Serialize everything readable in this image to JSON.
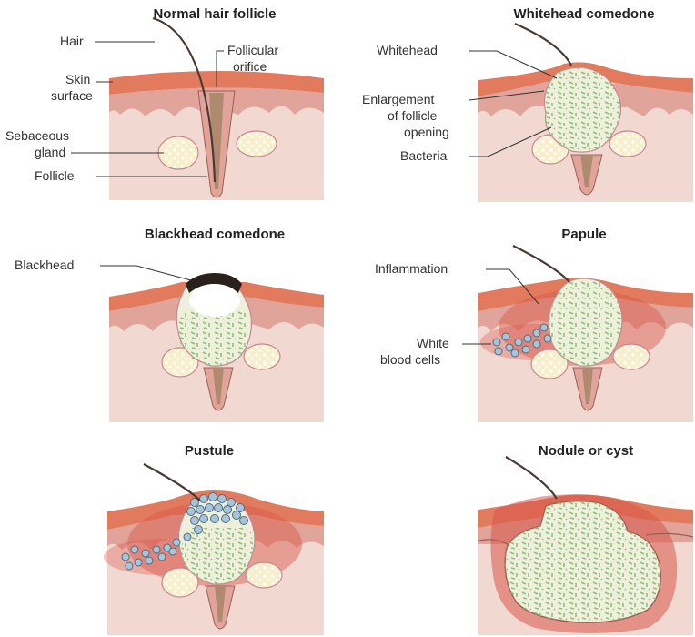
{
  "panels": [
    {
      "title": "Normal hair follicle",
      "labels": {
        "hair": "Hair",
        "orifice_1": "Follicular",
        "orifice_2": "orifice",
        "skin_1": "Skin",
        "skin_2": "surface",
        "gland_1": "Sebaceous",
        "gland_2": "gland",
        "follicle": "Follicle"
      }
    },
    {
      "title": "Whitehead comedone",
      "labels": {
        "whitehead": "Whitehead",
        "enlarge_1": "Enlargement",
        "enlarge_2": "of follicle",
        "enlarge_3": "opening",
        "bacteria": "Bacteria"
      }
    },
    {
      "title": "Blackhead comedone",
      "labels": {
        "blackhead": "Blackhead"
      }
    },
    {
      "title": "Papule",
      "labels": {
        "inflammation": "Inflammation",
        "wbc_1": "White",
        "wbc_2": "blood cells"
      }
    },
    {
      "title": "Pustule",
      "labels": {}
    },
    {
      "title": "Nodule or cyst",
      "labels": {}
    }
  ],
  "colors": {
    "tissue": "#f1d9d2",
    "dermis": "#e0a49a",
    "epidermis": "#e27b5e",
    "inflammation": "#d9564a",
    "gland": "#f7efcc",
    "plug": "#eef0dc",
    "bacteria": "#8fc07a",
    "wbc": "#a9c4d9",
    "keratin": "#b08a6e",
    "blackhead": "#2a201c"
  }
}
